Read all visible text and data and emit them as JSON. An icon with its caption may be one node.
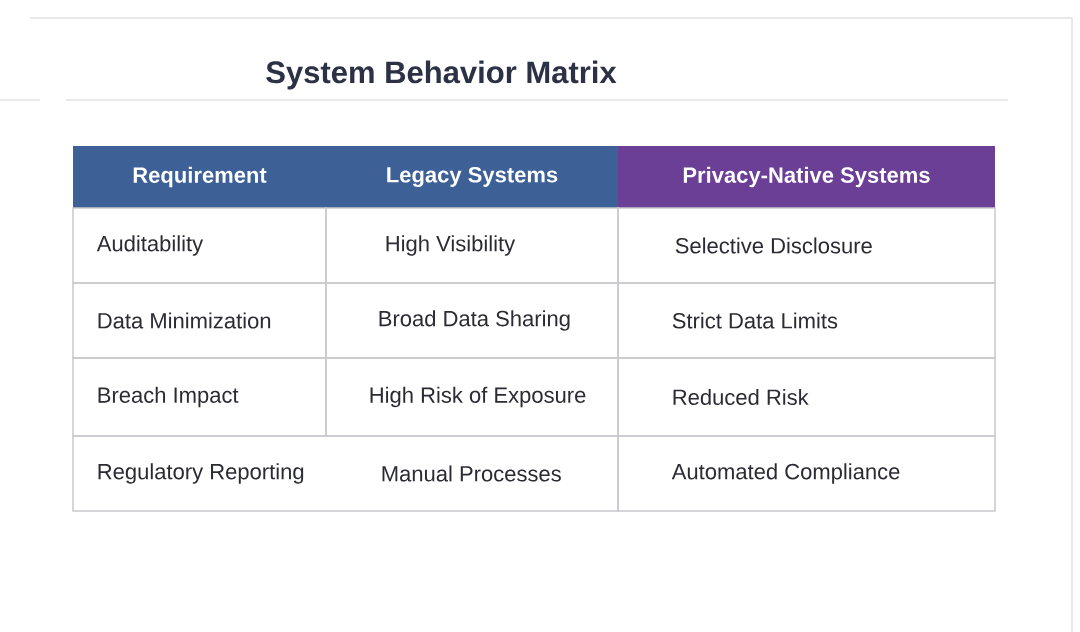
{
  "diagram": {
    "title": "System Behavior Matrix",
    "labels": [
      "Requirement",
      "Legacy Systems",
      "Privacy-Native Systems",
      "Auditability",
      "High Visibility",
      "Selective Disclosure",
      "Data Minimization",
      "Broad Data Sharing",
      "Strict Data Limits",
      "Breach Impact",
      "High Risk of Exposure",
      "Reduced Risk",
      "Regulatory Reporting",
      "Manual Processes",
      "Automated Compliance"
    ]
  }
}
